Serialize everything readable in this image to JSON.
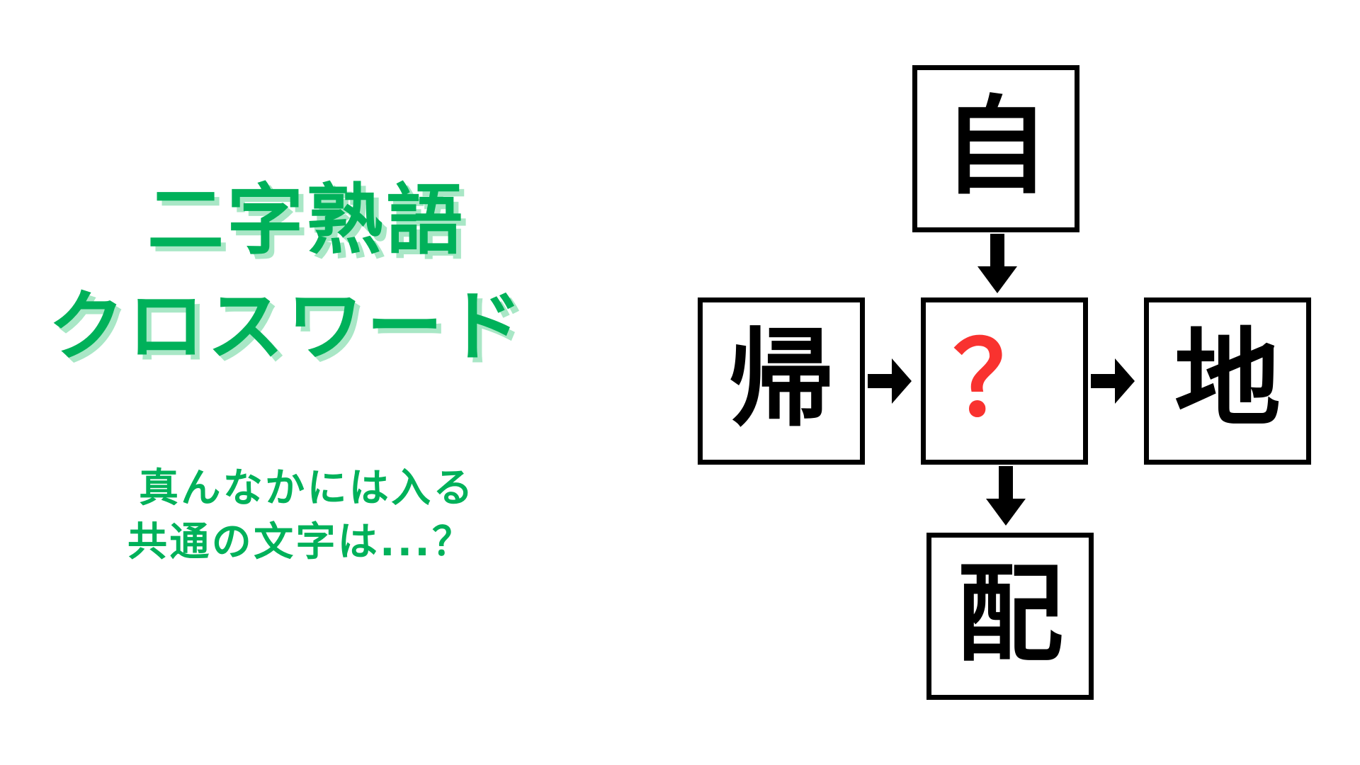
{
  "background_color": "#ffffff",
  "brand": {
    "green": "#00b15a",
    "green_shadow": "#a9e7c6",
    "answer_red": "#f9322f",
    "box_border": "#000000"
  },
  "header": {
    "title_line_1": "二字熟語",
    "title_line_2": "クロスワード",
    "subtitle_line_1": "真んなかには入る",
    "subtitle_line_2": "共通の文字は...？"
  },
  "puzzle": {
    "layout": "cross",
    "cells": [
      {
        "id": "top",
        "position": "top",
        "character": "自",
        "is_answer": false
      },
      {
        "id": "left",
        "position": "left",
        "character": "帰",
        "is_answer": false
      },
      {
        "id": "center",
        "position": "center",
        "character": "？",
        "is_answer": true
      },
      {
        "id": "right",
        "position": "right",
        "character": "地",
        "is_answer": false
      },
      {
        "id": "bottom",
        "position": "bottom",
        "character": "配",
        "is_answer": false
      }
    ],
    "arrows": [
      {
        "id": "top-to-center",
        "direction": "down",
        "icon": "arrow-down-icon"
      },
      {
        "id": "left-to-center",
        "direction": "right",
        "icon": "arrow-right-icon"
      },
      {
        "id": "center-to-right",
        "direction": "right",
        "icon": "arrow-right-icon"
      },
      {
        "id": "center-to-bottom",
        "direction": "down",
        "icon": "arrow-down-icon"
      }
    ]
  }
}
